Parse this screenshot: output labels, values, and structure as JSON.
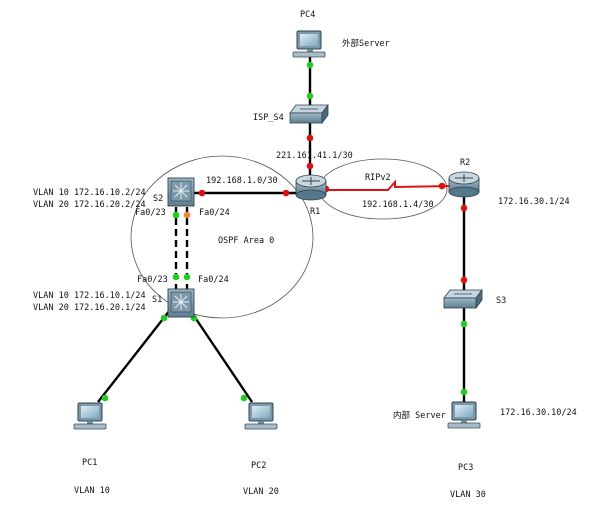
{
  "devices": {
    "pc4": {
      "name": "PC4",
      "label": "外部Server"
    },
    "isp": {
      "name": "ISP_S4"
    },
    "r1": {
      "name": "R1"
    },
    "r2": {
      "name": "R2"
    },
    "s2": {
      "name": "S2"
    },
    "s1": {
      "name": "S1"
    },
    "s3": {
      "name": "S3"
    },
    "pc1": {
      "name": "PC1",
      "vlan": "VLAN 10"
    },
    "pc2": {
      "name": "PC2",
      "vlan": "VLAN 20"
    },
    "pc3": {
      "name": "PC3",
      "vlan": "VLAN 30",
      "label": "内部 Server",
      "ip": "172.16.30.10/24"
    }
  },
  "links": {
    "isp_r1": "221.161.41.1/30",
    "s2_r1": "192.168.1.0/30",
    "rip": "RIPv2",
    "r1_r2": "192.168.1.4/30",
    "r2_ip": "172.16.30.1/24",
    "fa023_top": "Fa0/23",
    "fa024_top": "Fa0/24",
    "fa023_bot": "Fa0/23",
    "fa024_bot": "Fa0/24"
  },
  "areas": {
    "ospf": "OSPF Area 0"
  },
  "vlans": {
    "s2_v10": "VLAN 10 172.16.10.2/24",
    "s2_v20": "VLAN 20 172.16.20.2/24",
    "s1_v10": "VLAN 10 172.16.10.1/24",
    "s1_v20": "VLAN 20 172.16.20.1/24"
  },
  "colors": {
    "link": "#000000",
    "port_up": "#22cc22",
    "port_down": "#dd1111",
    "port_amber": "#ee8833",
    "wan": "#dd1111"
  }
}
